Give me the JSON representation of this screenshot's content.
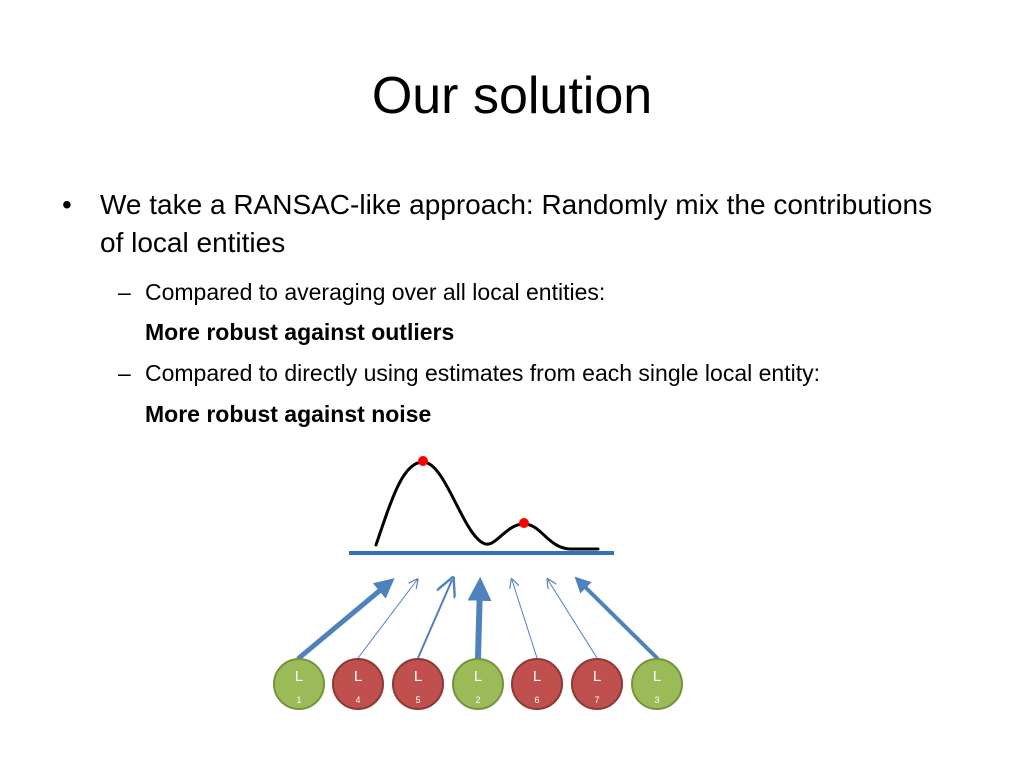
{
  "slide": {
    "title": "Our solution",
    "bullet_char": "•",
    "dash_char": "–",
    "bullet_text": "We take a RANSAC-like approach: Randomly mix the contributions of local entities",
    "sub_items": [
      {
        "text": "Compared to averaging over all local entities:",
        "emphasis": "More robust against outliers"
      },
      {
        "text": "Compared to directly using estimates from each single local entity:",
        "emphasis": "More robust against noise"
      }
    ]
  },
  "figure": {
    "colors": {
      "curve": "#000000",
      "peak_dot": "#ff0000",
      "baseline": "#2e75b6",
      "arrow": "#4f81bd",
      "green_fill": "#9bbb59",
      "green_stroke": "#76923c",
      "red_fill": "#c0504d",
      "red_stroke": "#8c3836",
      "node_text": "#ffffff"
    },
    "nodes": [
      {
        "letter": "L",
        "index": "1",
        "color": "green"
      },
      {
        "letter": "L",
        "index": "4",
        "color": "red"
      },
      {
        "letter": "L",
        "index": "5",
        "color": "red"
      },
      {
        "letter": "L",
        "index": "2",
        "color": "green"
      },
      {
        "letter": "L",
        "index": "6",
        "color": "red"
      },
      {
        "letter": "L",
        "index": "7",
        "color": "red"
      },
      {
        "letter": "L",
        "index": "3",
        "color": "green"
      }
    ]
  }
}
